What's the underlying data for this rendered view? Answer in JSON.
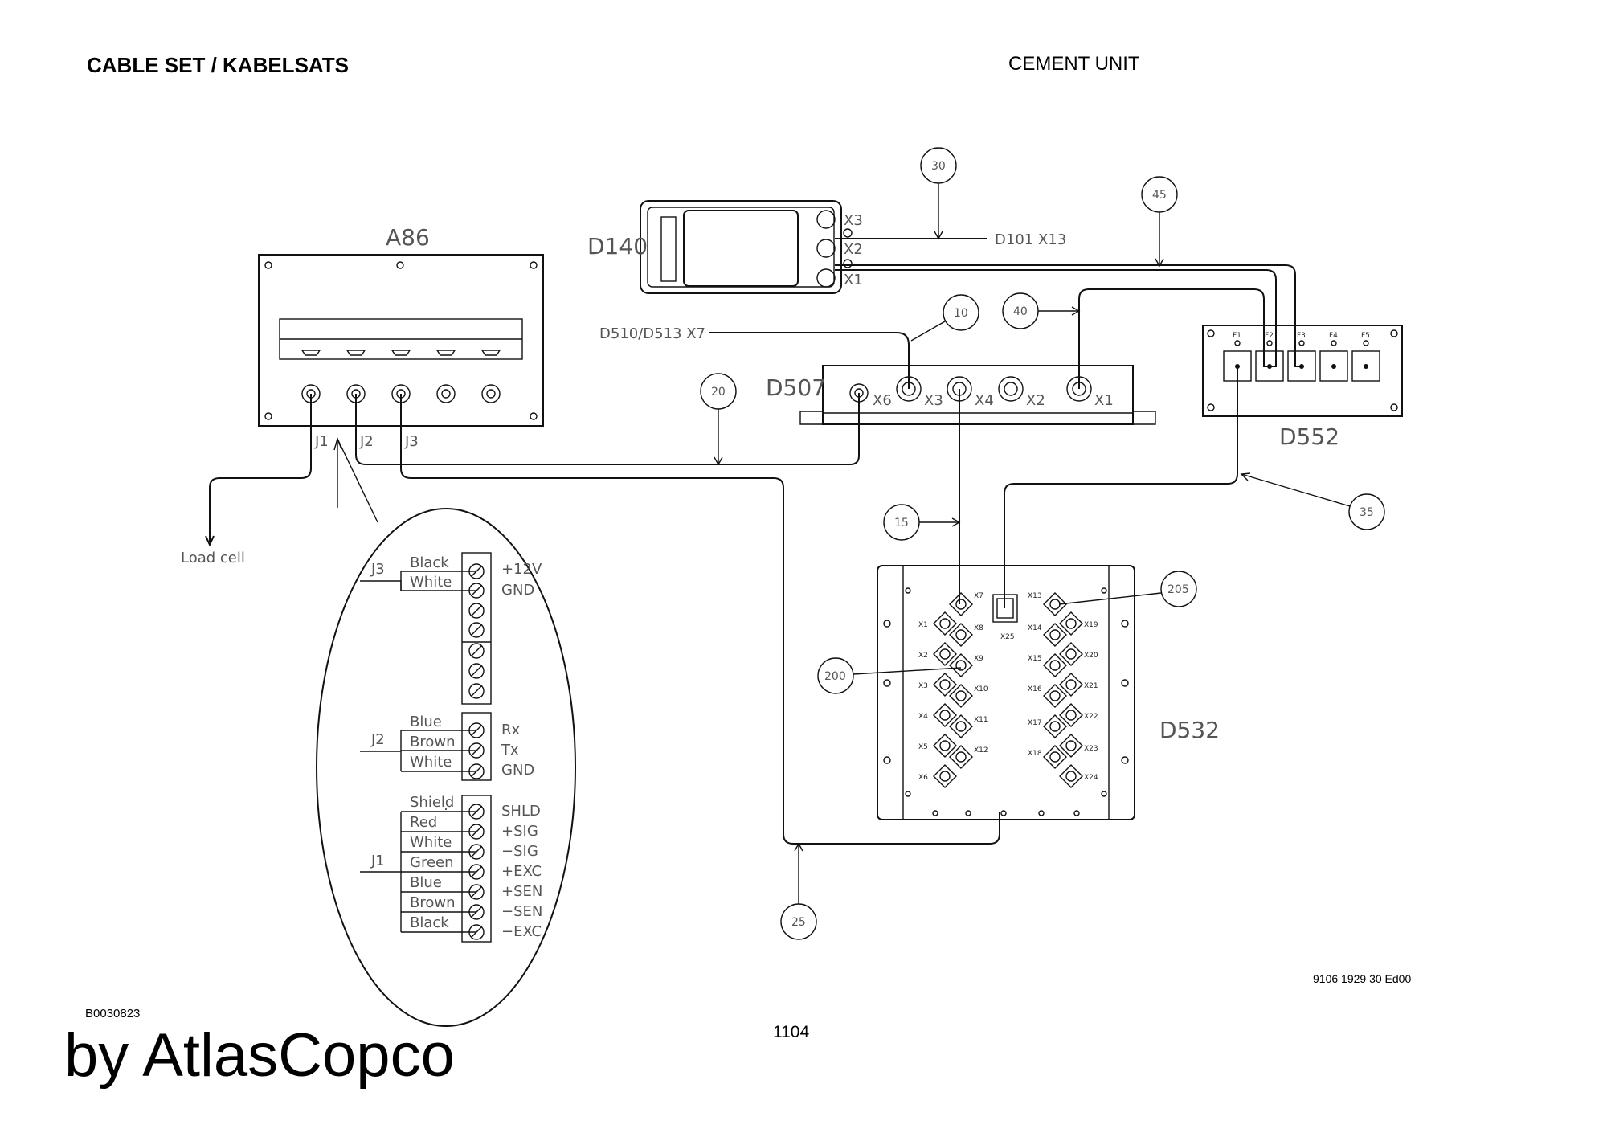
{
  "header": {
    "title_left": "CABLE SET / KABELSATS",
    "title_right": "CEMENT UNIT"
  },
  "footer": {
    "doc_number": "9106 1929 30 Ed00",
    "figure_ref": "B0030823",
    "page_number": "1104",
    "brand": "by AtlasCopco"
  },
  "components": {
    "a86": {
      "label": "A86",
      "ports": [
        "J1",
        "J2",
        "J3"
      ]
    },
    "d140": {
      "label": "D140",
      "ports": [
        "X3",
        "X2",
        "X1"
      ]
    },
    "d507": {
      "label": "D507",
      "ports": [
        "X6",
        "X3",
        "X4",
        "X2",
        "X1"
      ]
    },
    "d552": {
      "label": "D552",
      "ports": [
        "F1",
        "F2",
        "F3",
        "F4",
        "F5"
      ]
    },
    "d532": {
      "label": "D532",
      "left_ports": [
        "X1",
        "X2",
        "X3",
        "X4",
        "X5",
        "X6"
      ],
      "mid_ports": [
        "X7",
        "X8",
        "X9",
        "X10",
        "X11",
        "X12"
      ],
      "x25": "X25",
      "right_ports": [
        "X13",
        "X14",
        "X15",
        "X16",
        "X17",
        "X18"
      ],
      "far_ports": [
        "X19",
        "X20",
        "X21",
        "X22",
        "X23",
        "X24"
      ]
    }
  },
  "references": {
    "d101_x13": "D101 X13",
    "d510_d513_x7": "D510/D513 X7",
    "load_cell": "Load cell"
  },
  "callouts": [
    "30",
    "45",
    "10",
    "40",
    "20",
    "35",
    "15",
    "205",
    "200",
    "25"
  ],
  "terminal_detail": {
    "j3": {
      "label": "J3",
      "wires": [
        "Black",
        "White"
      ],
      "signals": [
        "+12V",
        "GND"
      ]
    },
    "j2": {
      "label": "J2",
      "wires": [
        "Blue",
        "Brown",
        "White"
      ],
      "signals": [
        "Rx",
        "Tx",
        "GND"
      ]
    },
    "j1": {
      "label": "J1",
      "wires": [
        "Shield",
        "Red",
        "White",
        "Green",
        "Blue",
        "Brown",
        "Black"
      ],
      "signals": [
        "SHLD",
        "+SIG",
        "−SIG",
        "+EXC",
        "+SEN",
        "−SEN",
        "−EXC"
      ]
    }
  }
}
